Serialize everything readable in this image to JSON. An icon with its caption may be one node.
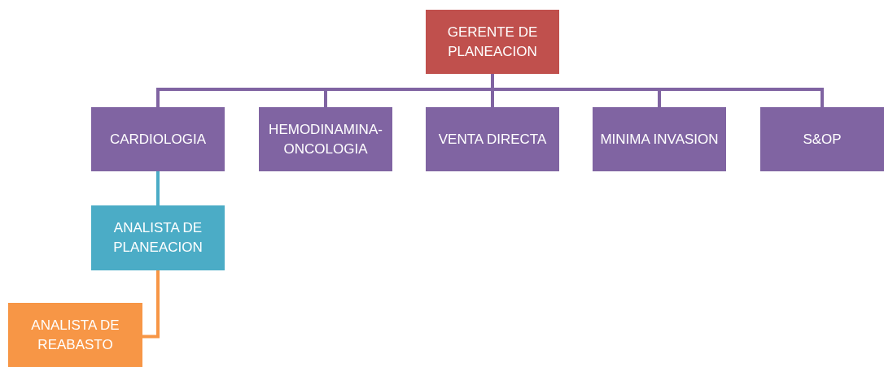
{
  "diagram": {
    "nodes": [
      {
        "text": [
          "GERENTE DE PLANEACION"
        ]
      },
      {
        "text": [
          "CARDIOLOGIA"
        ]
      },
      {
        "text": [
          "HEMODINAMINA-ONCOLOGIA"
        ]
      },
      {
        "text": [
          "VENTA DIRECTA"
        ]
      },
      {
        "text": [
          "MINIMA INVASION"
        ]
      },
      {
        "text": [
          "S&OP"
        ]
      },
      {
        "text": [
          "ANALISTA DE PLANEACION"
        ]
      },
      {
        "text": [
          "ANALISTA DE REABASTO"
        ]
      }
    ],
    "edges": [
      {
        "from": 0,
        "to": 1,
        "arrow": "none"
      },
      {
        "from": 0,
        "to": 2,
        "arrow": "none"
      },
      {
        "from": 0,
        "to": 3,
        "arrow": "none"
      },
      {
        "from": 0,
        "to": 4,
        "arrow": "none"
      },
      {
        "from": 0,
        "to": 5,
        "arrow": "none"
      },
      {
        "from": 1,
        "to": 6,
        "arrow": "none",
        "color": "#4bacc6"
      },
      {
        "from": 6,
        "to": 7,
        "arrow": "none",
        "color": "#f79646"
      }
    ]
  }
}
